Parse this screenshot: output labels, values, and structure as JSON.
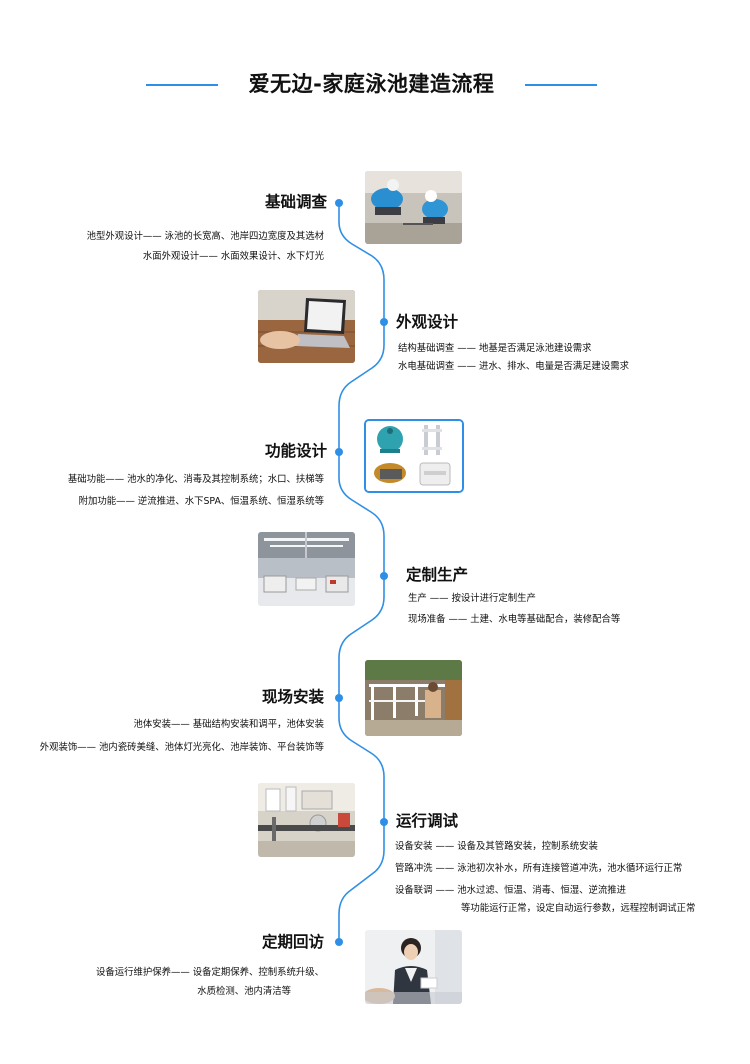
{
  "title": "爱无边-家庭泳池建造流程",
  "colors": {
    "accent": "#2f8fe6",
    "text": "#111111"
  },
  "stages": [
    {
      "title": "基础调查",
      "side": "left",
      "photo": "workers-measuring-photo",
      "details": [
        "池型外观设计—— 泳池的长宽高、池岸四边宽度及其选材",
        "水面外观设计—— 水面效果设计、水下灯光"
      ]
    },
    {
      "title": "外观设计",
      "side": "right",
      "photo": "laptop-design-photo",
      "details": [
        "结构基础调查 —— 地基是否满足泳池建设需求",
        "水电基础调查 —— 进水、排水、电量是否满足建设需求"
      ]
    },
    {
      "title": "功能设计",
      "side": "left",
      "photo": "pool-equipment-photo",
      "details": [
        "基础功能—— 池水的净化、消毒及其控制系统；水口、扶梯等",
        "附加功能—— 逆流推进、水下SPA、恒温系统、恒湿系统等"
      ]
    },
    {
      "title": "定制生产",
      "side": "right",
      "photo": "factory-workshop-photo",
      "details": [
        "生产 —— 按设计进行定制生产",
        "现场准备 —— 土建、水电等基础配合，装修配合等"
      ]
    },
    {
      "title": "现场安装",
      "side": "left",
      "photo": "site-installation-photo",
      "details": [
        "池体安装—— 基础结构安装和调平，池体安装",
        "外观装饰—— 池内瓷砖美缝、池体灯光亮化、池岸装饰、平台装饰等"
      ]
    },
    {
      "title": "运行调试",
      "side": "right",
      "photo": "equipment-room-photo",
      "details": [
        "设备安装 —— 设备及其管路安装，控制系统安装",
        "管路冲洗 —— 泳池初次补水，所有连接管道冲洗，池水循环运行正常",
        "设备联调 —— 池水过滤、恒温、消毒、恒湿、逆流推进",
        "等功能运行正常，设定自动运行参数，远程控制调试正常"
      ]
    },
    {
      "title": "定期回访",
      "side": "left",
      "photo": "service-staff-photo",
      "details": [
        "设备运行维护保养—— 设备定期保养、控制系统升级、",
        "水质检测、池内清洁等"
      ]
    }
  ]
}
